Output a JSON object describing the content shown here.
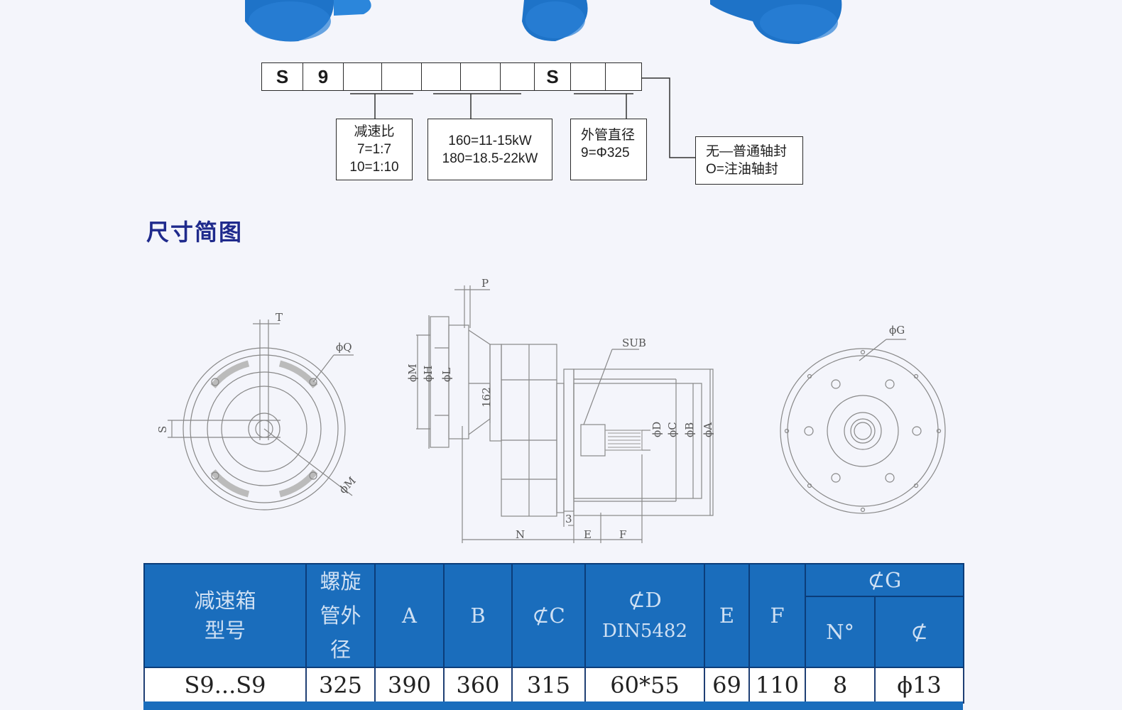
{
  "model_code": {
    "boxes": [
      "S",
      "9",
      "",
      "",
      "",
      "",
      "",
      "S",
      "",
      ""
    ]
  },
  "legend": {
    "ratio": {
      "title": "减速比",
      "line1": "7=1:7",
      "line2": "10=1:10"
    },
    "power": {
      "line1": "160=11-15kW",
      "line2": "180=18.5-22kW"
    },
    "tube": {
      "title": "外管直径",
      "line1": "9=Φ325"
    },
    "seal": {
      "line1": "无—普通轴封",
      "line2": "O=注油轴封"
    }
  },
  "section_title": "尺寸简图",
  "drawing_labels": {
    "T": "T",
    "phiQ": "ϕQ",
    "S": "S",
    "phiM2": "ϕM",
    "P": "P",
    "phiM": "ϕM",
    "phiH": "ϕH",
    "phiL": "ϕL",
    "l62": "162",
    "SUB": "SUB",
    "phiD": "ϕD",
    "phiC": "ϕC",
    "phiB": "ϕB",
    "phiA": "ϕA",
    "three": "3",
    "N": "N",
    "E": "E",
    "F": "F",
    "phiG": "ϕG"
  },
  "colors": {
    "header_bg": "#1a6dbc",
    "title": "#1f2a8c",
    "pump_blue": "#1e73c8"
  },
  "table": {
    "headers": {
      "model": "减速箱型号",
      "tube": "螺旋管外径",
      "A": "A",
      "B": "B",
      "C": "⊄C",
      "D1": "⊄D",
      "D2": "DIN5482",
      "E": "E",
      "F": "F",
      "G": "⊄G",
      "N": "N°",
      "G2": "⊄"
    },
    "rows": [
      [
        "S9...S9",
        "325",
        "390",
        "360",
        "315",
        "60*55",
        "69",
        "110",
        "8",
        "ϕ13"
      ]
    ]
  }
}
